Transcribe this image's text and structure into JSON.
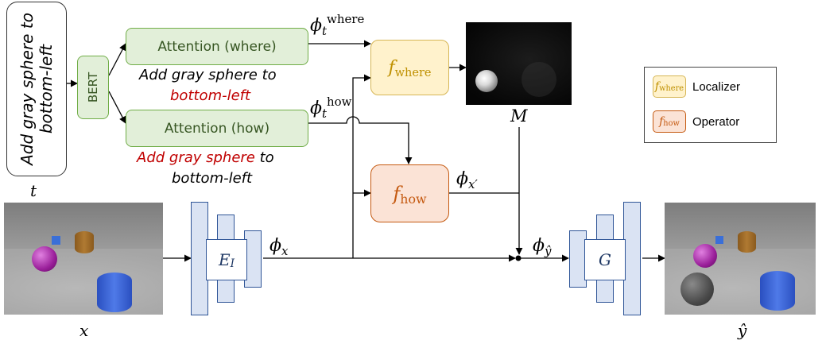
{
  "text_input": {
    "line1": "Add gray sphere to",
    "line2": "bottom-left",
    "symbol": "t"
  },
  "bert": {
    "label": "BERT"
  },
  "attention_where": {
    "label": "Attention (where)",
    "caption_line1": "Add gray sphere to",
    "caption_line2": "bottom-left"
  },
  "attention_how": {
    "label": "Attention (how)",
    "caption_red": "Add gray sphere",
    "caption_black": " to",
    "caption_line2": "bottom-left"
  },
  "symbols": {
    "phi": "ϕ",
    "t": "t",
    "where": "where",
    "how": "how",
    "x_prime": "x′",
    "x": "x",
    "y_hat": "ŷ",
    "M": "M",
    "f": "f"
  },
  "blocks": {
    "encoder": {
      "label": "E",
      "sub": "I"
    },
    "generator": {
      "label": "G"
    }
  },
  "images": {
    "input_label": "x",
    "output_label": "ŷ",
    "mask_label": "M"
  },
  "legend": {
    "items": [
      {
        "sub": "where",
        "label": "Localizer",
        "color": "#bf9000"
      },
      {
        "sub": "how",
        "label": "Operator",
        "color": "#c55a11"
      }
    ]
  },
  "colors": {
    "green_fill": "#e2efd9",
    "green_border": "#70ad47",
    "yellow_fill": "#fff2cc",
    "orange_fill": "#fbe3d6",
    "blue_fill": "#dae3f3",
    "blue_border": "#2f5597",
    "red_text": "#c00000"
  }
}
